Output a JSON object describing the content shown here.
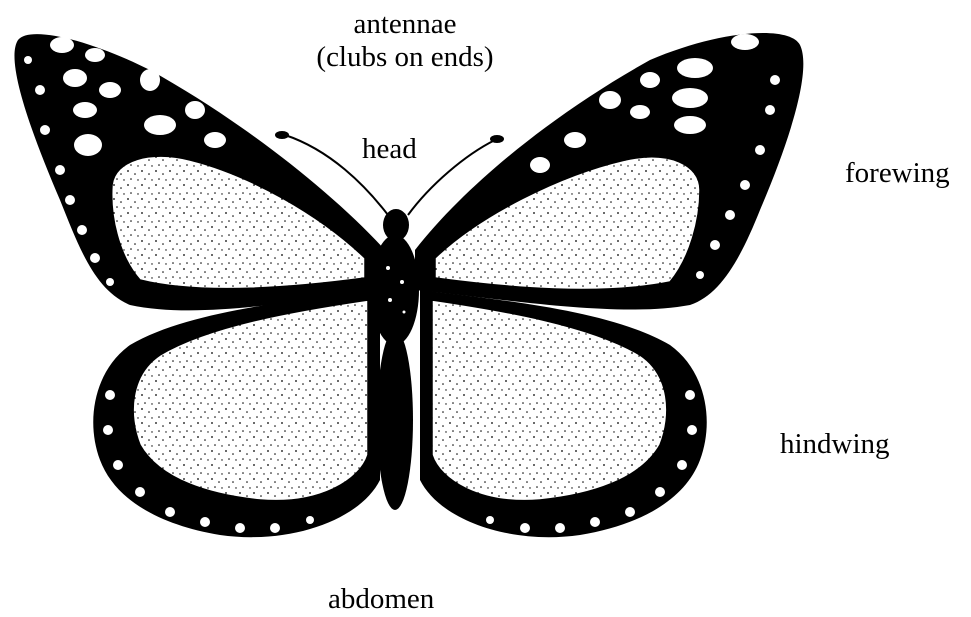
{
  "labels": {
    "antennae": "antennae",
    "antennae_note": "(clubs on ends)",
    "head": "head",
    "forewing": "forewing",
    "hindwing": "hindwing",
    "abdomen": "abdomen"
  },
  "colors": {
    "ink": "#000000",
    "wing_pale": "#ffffff"
  }
}
